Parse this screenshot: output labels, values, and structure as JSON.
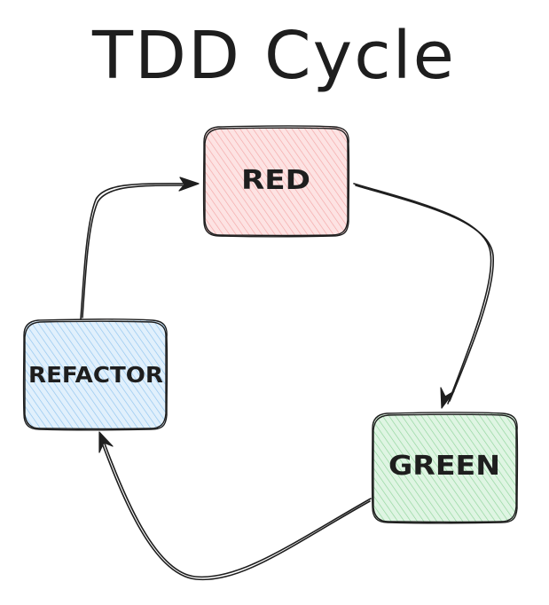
{
  "diagram": {
    "title": "TDD Cycle",
    "nodes": {
      "red": {
        "label": "RED",
        "fill": "#ffc9c9",
        "hatch": "#f08c8c"
      },
      "green": {
        "label": "GREEN",
        "fill": "#b2f2bb",
        "hatch": "#69c07a"
      },
      "refactor": {
        "label": "REFACTOR",
        "fill": "#a5d8ff",
        "hatch": "#5fa8e0"
      }
    },
    "edges": [
      {
        "from": "RED",
        "to": "GREEN"
      },
      {
        "from": "GREEN",
        "to": "REFACTOR"
      },
      {
        "from": "REFACTOR",
        "to": "RED"
      }
    ],
    "stroke": "#1e1e1e"
  }
}
